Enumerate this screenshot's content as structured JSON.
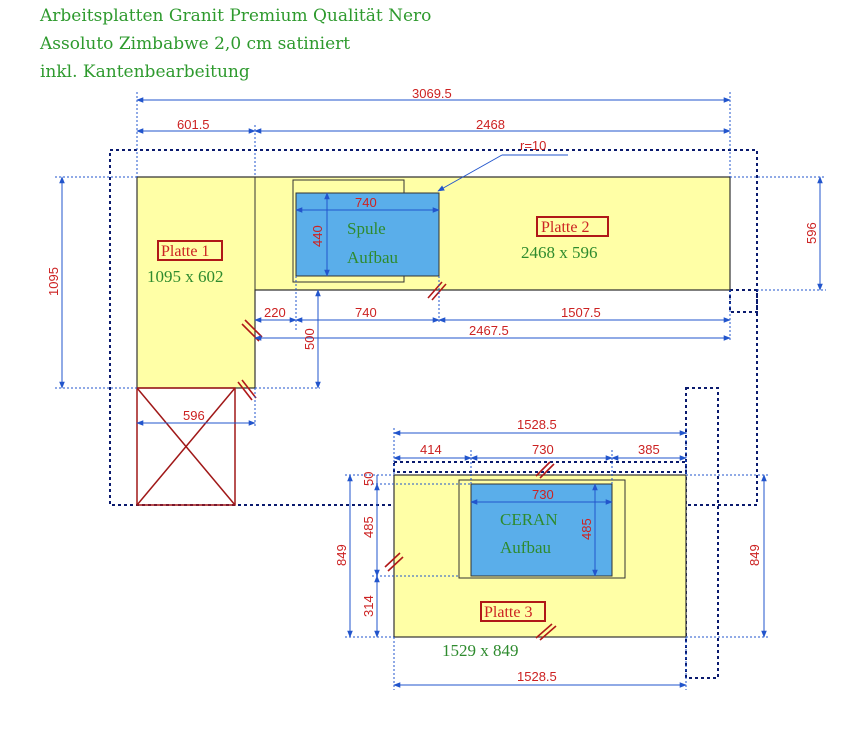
{
  "header": {
    "line1": "Arbeitsplatten Granit Premium Qualität Nero",
    "line2": "Assoluto Zimbabwe 2,0 cm satiniert",
    "line3": "inkl. Kantenbearbeitung"
  },
  "dimensions": {
    "total_width": "3069.5",
    "left_width": "601.5",
    "right_width": "2468",
    "radius": "r=10",
    "left_height": "1095",
    "right_height": "596",
    "sink_width": "740",
    "sink_depth": "440",
    "offset_220": "220",
    "cut_740": "740",
    "rest_1507": "1507.5",
    "total_2467": "2467.5",
    "depth_500": "500",
    "base_596": "596",
    "p3_total_top": "1528.5",
    "p3_left": "414",
    "p3_cut": "730",
    "p3_right": "385",
    "p3_cut_inner": "730",
    "p3_top_offset": "50",
    "p3_cut_depth": "485",
    "p3_cut_depth_inner": "485",
    "p3_bottom": "314",
    "p3_height_left": "849",
    "p3_height_right": "849",
    "p3_total_bottom": "1528.5"
  },
  "plates": {
    "p1_name": "Platte 1",
    "p1_size": "1095 x 602",
    "p2_name": "Platte 2",
    "p2_size": "2468 x 596",
    "p3_name": "Platte 3",
    "p3_size": "1529 x 849"
  },
  "cutouts": {
    "sink_line1": "Spule",
    "sink_line2": "Aufbau",
    "ceran_line1": "CERAN",
    "ceran_line2": "Aufbau"
  },
  "colors": {
    "worktop": "#ffffa6",
    "cutout": "#5aaeea",
    "dimension_text": "#cc2222",
    "label_text": "#2e8b2e"
  }
}
